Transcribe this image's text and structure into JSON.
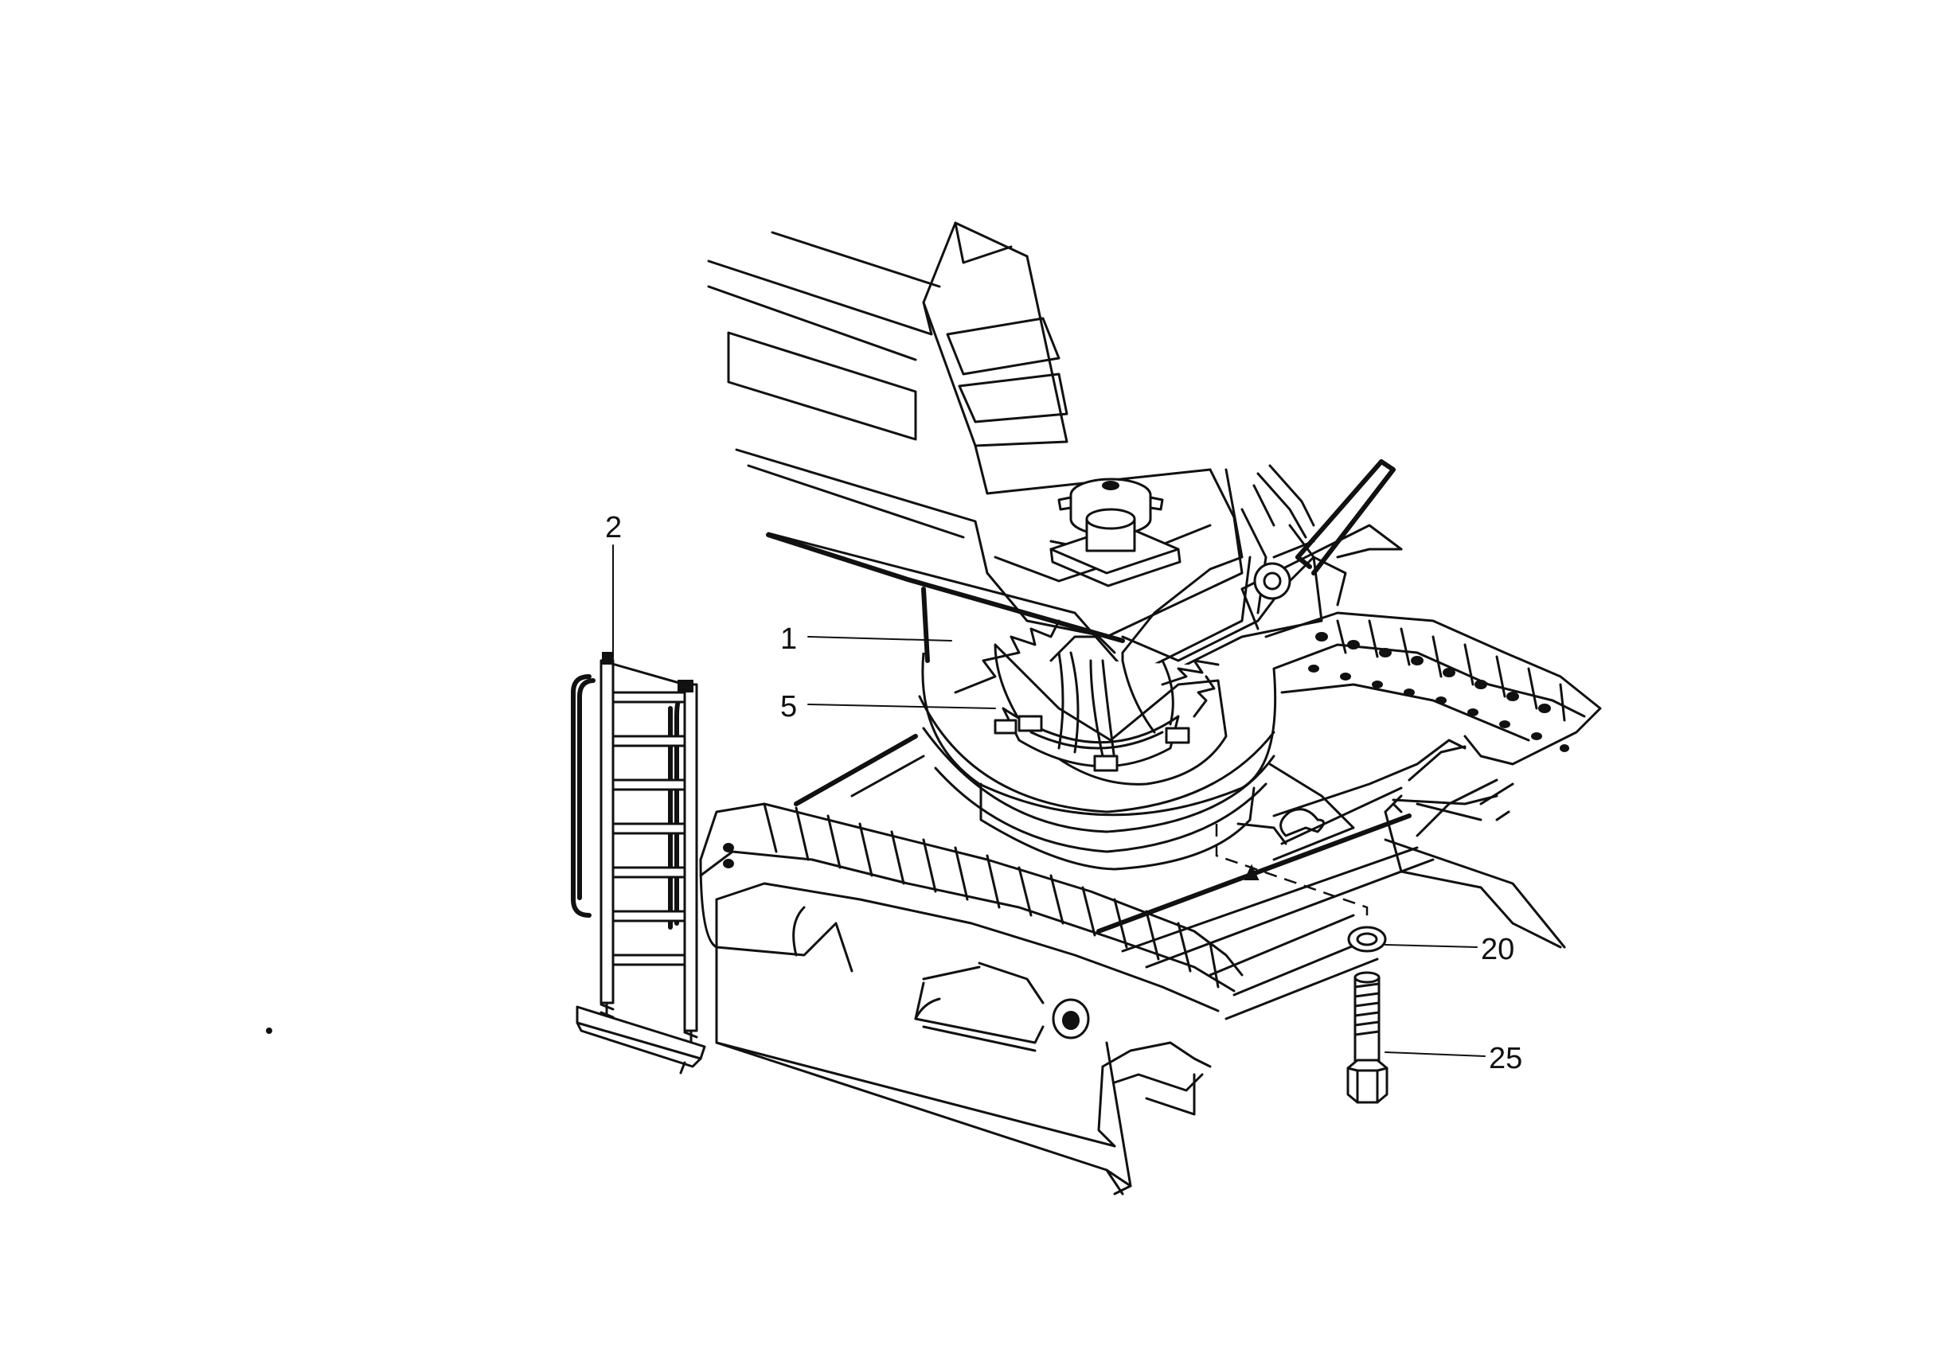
{
  "diagram": {
    "callouts": [
      {
        "id": "c1",
        "label": "1"
      },
      {
        "id": "c2",
        "label": "2"
      },
      {
        "id": "c5",
        "label": "5"
      },
      {
        "id": "c20",
        "label": "20"
      },
      {
        "id": "c25",
        "label": "25"
      }
    ]
  }
}
